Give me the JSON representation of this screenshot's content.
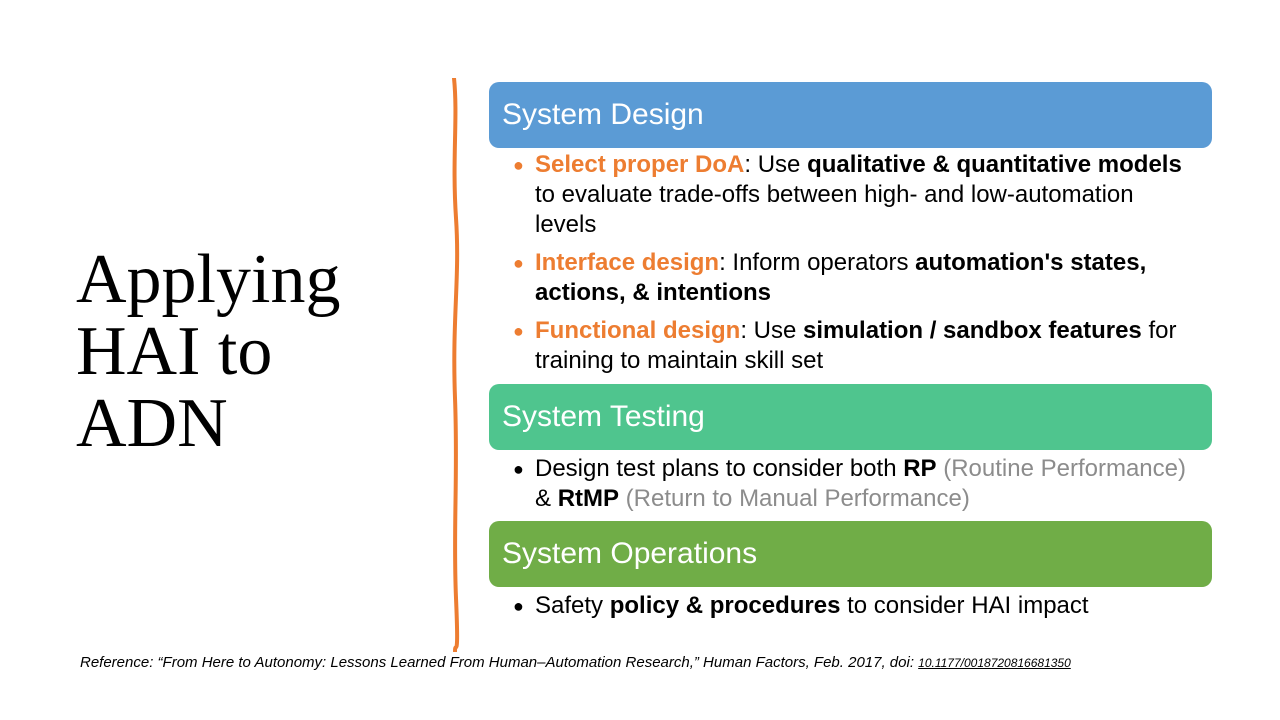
{
  "title": {
    "line1": "Applying",
    "line2": "HAI to",
    "line3": "ADN"
  },
  "colors": {
    "system_design": "#5b9bd5",
    "system_testing": "#4fc58e",
    "system_operations": "#70ad47",
    "accent": "#ed7d31",
    "gray_text": "#8c8c8c"
  },
  "sections": {
    "design": {
      "heading": "System Design",
      "items": [
        {
          "highlight": "Select proper DoA",
          "text1": ": Use ",
          "bold1": "qualitative & quantitative models",
          "text2": " to evaluate trade-offs between high- and low-automation levels"
        },
        {
          "highlight": "Interface design",
          "text1": ": Inform operators ",
          "bold1": "automation's states, actions, & intentions",
          "text2": ""
        },
        {
          "highlight": "Functional design",
          "text1": ":  Use ",
          "bold1": "simulation / sandbox features",
          "text2": " for training to maintain skill set"
        }
      ]
    },
    "testing": {
      "heading": "System Testing",
      "item": {
        "text1": "Design test plans to consider both ",
        "bold1": "RP",
        "gray1": " (Routine Performance)",
        "text2": " & ",
        "bold2": "RtMP",
        "gray2": " (Return to Manual Performance)"
      }
    },
    "operations": {
      "heading": "System Operations",
      "item": {
        "text1": "Safety ",
        "bold1": "policy & procedures",
        "text2": " to consider HAI impact"
      }
    }
  },
  "reference": {
    "text": "Reference: “From Here to Autonomy: Lessons Learned From Human–Automation Research,” Human Factors, Feb. 2017, doi: ",
    "doi": "10.1177/0018720816681350"
  }
}
